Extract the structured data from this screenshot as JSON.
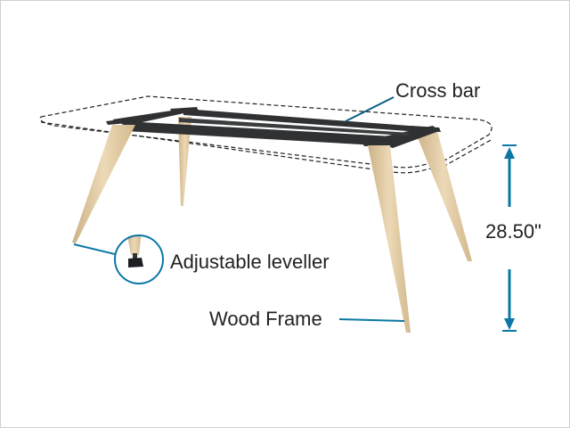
{
  "labels": {
    "cross_bar": "Cross bar",
    "leveller": "Adjustable leveller",
    "wood_frame": "Wood Frame",
    "height": "28.50\""
  },
  "colors": {
    "accent": "#0a77a6",
    "frame": "#2f3133",
    "wood": "#e2cda8",
    "text": "#222222"
  }
}
